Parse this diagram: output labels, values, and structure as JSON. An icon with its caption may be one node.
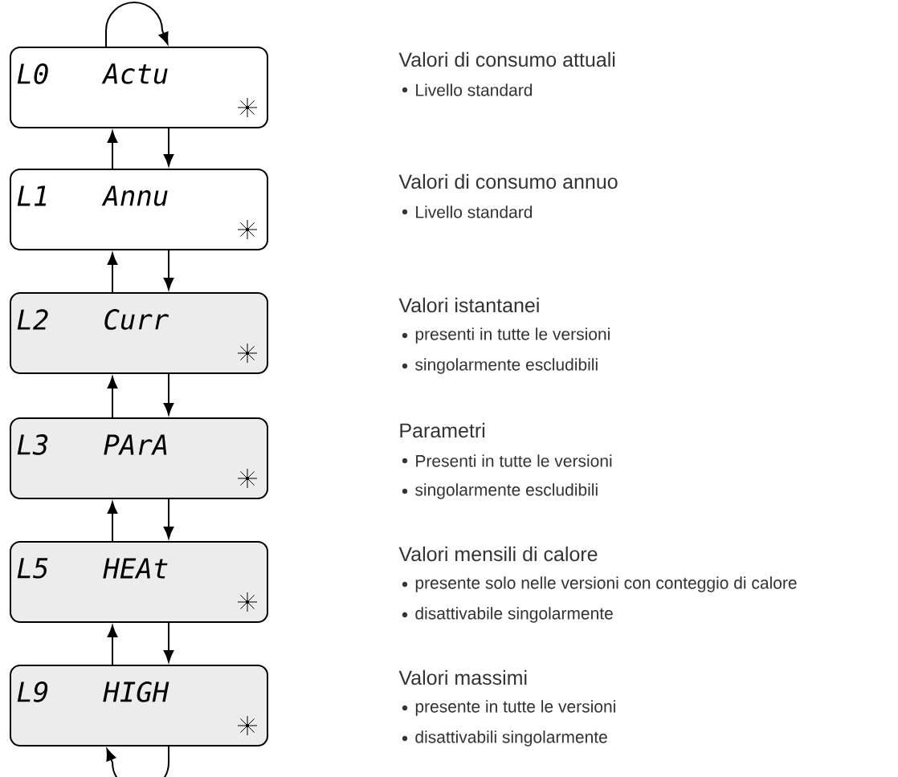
{
  "diagram": {
    "nodes": [
      {
        "text": [
          "L0",
          "Actu"
        ],
        "beside": [
          "Valori di consumo attuali",
          "Livello standard"
        ]
      },
      {
        "text": [
          "L1",
          "Annu"
        ],
        "beside": [
          "Valori di consumo annuo",
          "Livello standard"
        ]
      },
      {
        "text": [
          "L2",
          "Curr"
        ],
        "beside": [
          "Valori istantanei",
          "presenti in tutte le versioni",
          "singolarmente escludibili"
        ]
      },
      {
        "text": [
          "L3",
          "PArA"
        ],
        "beside": [
          "Parametri",
          "Presenti in tutte le versioni",
          "singolarmente escludibili"
        ]
      },
      {
        "text": [
          "L5",
          "HEAt"
        ],
        "beside": [
          "Valori mensili di calore",
          "presente solo nelle versioni con conteggio di calore",
          "disattivabile singolarmente"
        ]
      },
      {
        "text": [
          "L9",
          "HIGH"
        ],
        "beside": [
          "Valori massimi",
          "presente in tutte le versioni",
          "disattivabili singolarmente"
        ]
      }
    ],
    "edges": [
      {
        "from": 0,
        "to": 0,
        "arrow": "to"
      },
      {
        "from": 0,
        "to": 1,
        "arrow": "to"
      },
      {
        "from": 1,
        "to": 0,
        "arrow": "to"
      },
      {
        "from": 1,
        "to": 2,
        "arrow": "to"
      },
      {
        "from": 2,
        "to": 1,
        "arrow": "to"
      },
      {
        "from": 2,
        "to": 3,
        "arrow": "to"
      },
      {
        "from": 3,
        "to": 2,
        "arrow": "to"
      },
      {
        "from": 3,
        "to": 4,
        "arrow": "to"
      },
      {
        "from": 4,
        "to": 3,
        "arrow": "to"
      },
      {
        "from": 4,
        "to": 5,
        "arrow": "to"
      },
      {
        "from": 5,
        "to": 4,
        "arrow": "to"
      },
      {
        "from": 5,
        "to": 5,
        "arrow": "to"
      }
    ]
  }
}
